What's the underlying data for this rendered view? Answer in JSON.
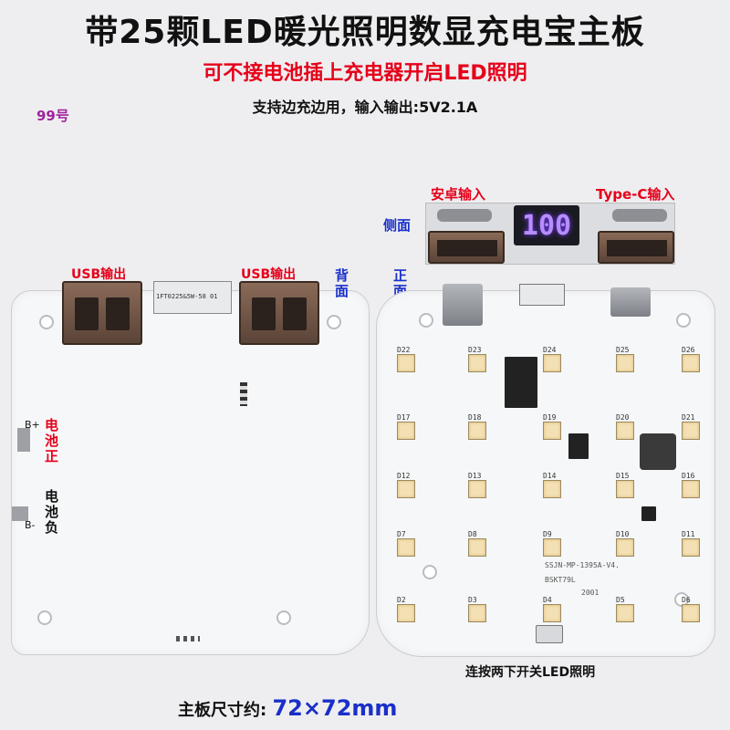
{
  "header": {
    "title": "带25颗LED暖光照明数显充电宝主板",
    "subtitle": "可不接电池插上充电器开启LED照明",
    "note": "支持边充边用，输入输出:5V2.1A",
    "model": "99号"
  },
  "inset": {
    "left_label": "安卓输入",
    "right_label": "Type-C输入",
    "side_label": "侧面",
    "display_value": "100"
  },
  "left_board": {
    "usb_left_label": "USB输出",
    "usb_right_label": "USB输出",
    "back_label": "背面",
    "batt_pos_label": "电池正",
    "batt_neg_label": "电池负",
    "bplus": "B+",
    "bminus": "B-",
    "connector_text": "1FT0225&5W-58 01"
  },
  "right_board": {
    "front_label": "正面",
    "silkscreen": "SSJN-MP-1395A-V4.",
    "silkscreen2": "BSKT79L",
    "silkscreen3": "2001",
    "switch_note": "连按两下开关LED照明",
    "leds": [
      "D22",
      "D23",
      "D24",
      "D25",
      "D26",
      "D17",
      "D18",
      "D19",
      "D20",
      "D21",
      "D12",
      "D13",
      "D14",
      "D15",
      "D16",
      "D7",
      "D8",
      "D9",
      "D10",
      "D11",
      "D2",
      "D3",
      "D4",
      "D5",
      "D6"
    ]
  },
  "footer": {
    "size_label": "主板尺寸约:",
    "size_value": "72×72mm"
  },
  "colors": {
    "accent_red": "#e6001a",
    "accent_blue": "#1a2fc9",
    "model_purple": "#a0249c",
    "display_purple": "#7b3cff"
  }
}
